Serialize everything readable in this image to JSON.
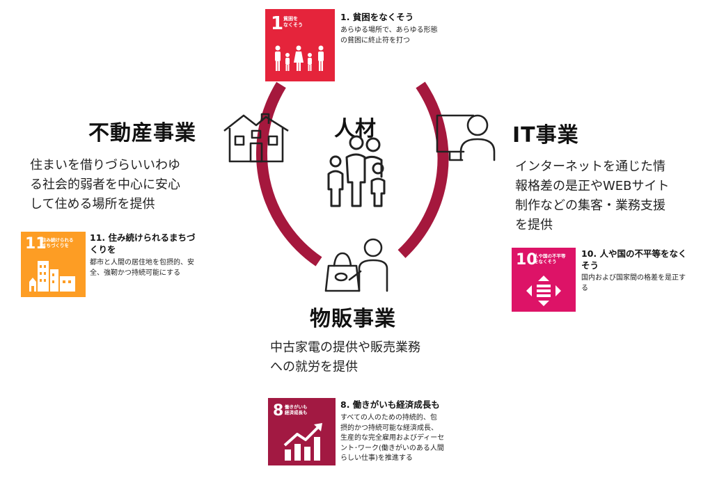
{
  "center": {
    "title": "人材"
  },
  "businesses": {
    "realestate": {
      "title": "不動産事業",
      "desc": [
        "住まいを借りづらいいわゆ",
        "る社会的弱者を中心に安心",
        "して住める場所を提供"
      ]
    },
    "it": {
      "title": "IT事業",
      "desc": [
        "インターネットを通じた情",
        "報格差の是正やWEBサイト",
        "制作などの集客・業務支援",
        "を提供"
      ]
    },
    "sales": {
      "title": "物販事業",
      "desc": [
        "中古家電の提供や販売業務",
        "への就労を提供"
      ]
    }
  },
  "sdgs": {
    "goal1": {
      "number": "1",
      "tile_text": [
        "貧困を",
        "なくそう"
      ],
      "color": "#E5243B",
      "title": "1. 貧困をなくそう",
      "desc": [
        "あらゆる場所で、あらゆる形態",
        "の貧困に終止符を打つ"
      ]
    },
    "goal10": {
      "number": "10",
      "tile_text": [
        "人や国の不平等",
        "をなくそう"
      ],
      "color": "#DD1367",
      "title": [
        "10. 人や国の不平等をなく",
        "そう"
      ],
      "desc": [
        "国内および国家間の格差を是正す",
        "る"
      ]
    },
    "goal11": {
      "number": "11",
      "tile_text": [
        "住み続けられる",
        "まちづくりを"
      ],
      "color": "#FD9D24",
      "title": [
        "11. 住み続けられるまちづ",
        "くりを"
      ],
      "desc": [
        "都市と人間の居住地を包摂的、安",
        "全、強靭かつ持続可能にする"
      ]
    },
    "goal8": {
      "number": "8",
      "tile_text": [
        "働きがいも",
        "経済成長も"
      ],
      "color": "#A21942",
      "title": "8. 働きがいも経済成長も",
      "desc": [
        "すべての人のための持続的、包",
        "摂的かつ持続可能な経済成長、",
        "生産的な完全雇用およびディーセ",
        "ント･ワーク(働きがいのある人間",
        "らしい仕事)を推進する"
      ]
    }
  },
  "colors": {
    "ring": "#A5183D",
    "icon_stroke": "#222222"
  }
}
